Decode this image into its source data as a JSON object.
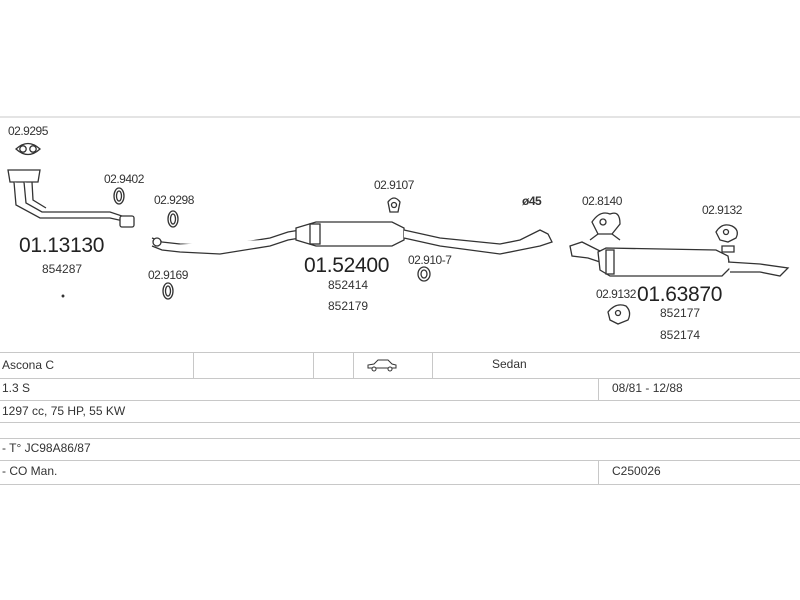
{
  "parts": {
    "p_029295": "02.9295",
    "p_029402": "02.9402",
    "p_029298": "02.9298",
    "p_029169": "02.9169",
    "p_029107": "02.9107",
    "p_029107b": "02.910-7",
    "p_028140": "02.8140",
    "p_029132a": "02.9132",
    "p_029132b": "02.9132",
    "diameter": "ø45",
    "front_pipe": {
      "code": "01.13130",
      "ref1": "854287"
    },
    "middle_silencer": {
      "code": "01.52400",
      "ref1": "852414",
      "ref2": "852179"
    },
    "rear_silencer": {
      "code": "01.63870",
      "ref1": "852177",
      "ref2": "852174"
    }
  },
  "vehicle": {
    "model": "Ascona C",
    "body": "Sedan",
    "engine": "1.3 S",
    "years": "08/81 - 12/88",
    "specs": "1297 cc, 75 HP, 55 KW",
    "note1": "- T° JC98A86/87",
    "note2": "- CO Man.",
    "catalog_no": "C250026"
  },
  "icons": [
    "flange-gasket-icon",
    "clamp-icon",
    "rubber-hanger-icon",
    "sedan-car-icon"
  ]
}
